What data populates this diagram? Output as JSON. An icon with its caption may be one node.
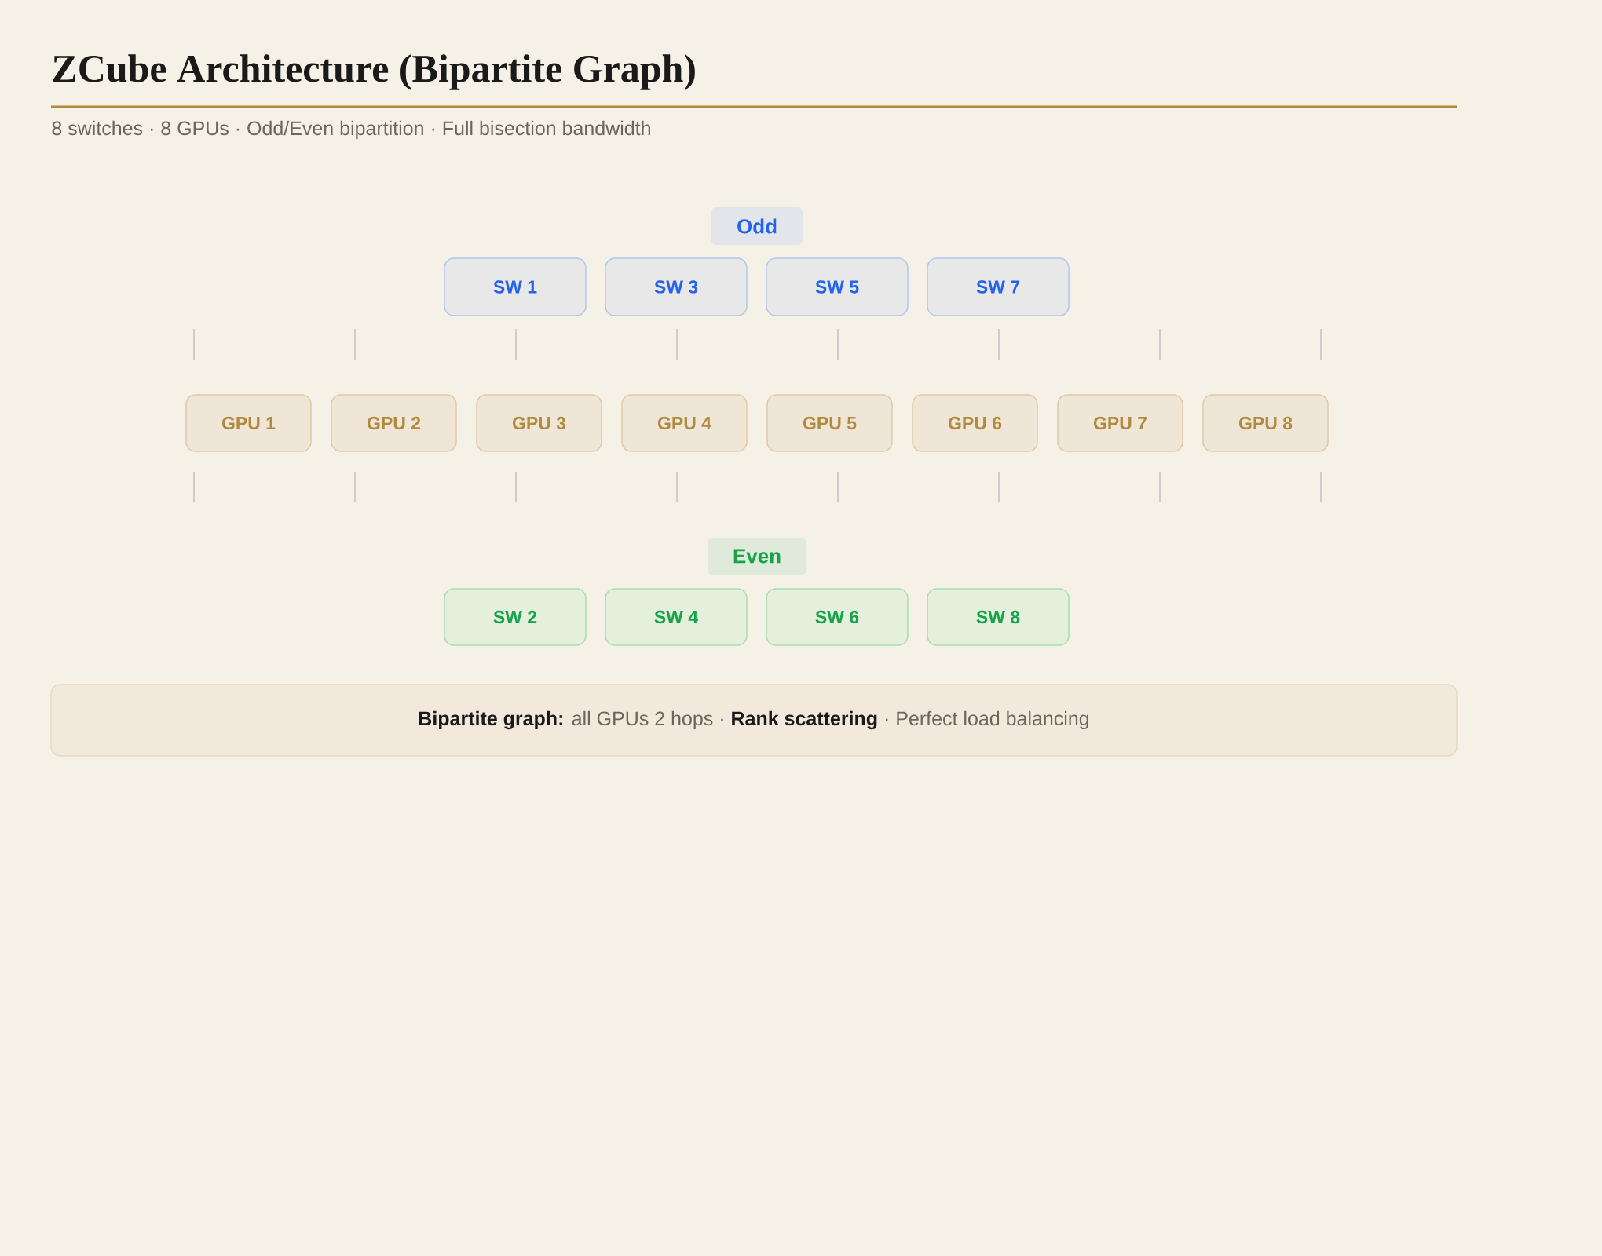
{
  "diagram": {
    "title": "ZCube Architecture (Bipartite Graph)",
    "nodes": [
      {
        "text": [
          "Odd"
        ]
      },
      {
        "text": [
          "SW 1"
        ]
      },
      {
        "text": [
          "SW 3"
        ]
      },
      {
        "text": [
          "SW 5"
        ]
      },
      {
        "text": [
          "SW 7"
        ]
      },
      {
        "text": [
          "GPU 1"
        ]
      },
      {
        "text": [
          "GPU 2"
        ]
      },
      {
        "text": [
          "GPU 3"
        ]
      },
      {
        "text": [
          "GPU 4"
        ]
      },
      {
        "text": [
          "GPU 5"
        ]
      },
      {
        "text": [
          "GPU 6"
        ]
      },
      {
        "text": [
          "GPU 7"
        ]
      },
      {
        "text": [
          "GPU 8"
        ]
      },
      {
        "text": [
          "Even"
        ]
      },
      {
        "text": [
          "SW 2"
        ]
      },
      {
        "text": [
          "SW 4"
        ]
      },
      {
        "text": [
          "SW 6"
        ]
      },
      {
        "text": [
          "SW 8"
        ]
      },
      {
        "text": [
          "**Bipartite graph:** all GPUs 2 hops · **Rank scattering** · Perfect load balancing"
        ]
      }
    ],
    "labels": [
      "8 switches · 8 GPUs · Odd/Even bipartition · Full bisection bandwidth"
    ]
  }
}
